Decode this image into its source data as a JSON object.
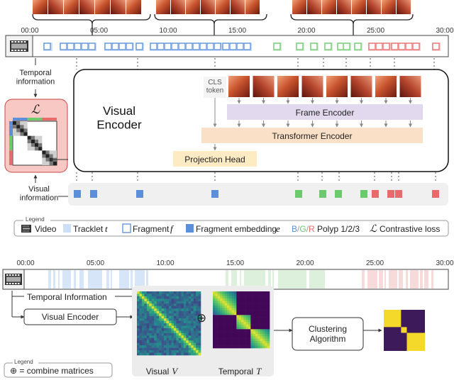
{
  "colors": {
    "blue": "#5b8fd9",
    "blue_light": "#cddff7",
    "green": "#6cc96c",
    "green_light": "#d3ecd3",
    "red": "#e86a6a",
    "red_light": "#f5d2d2",
    "frame_encoder": "#e3d9ef",
    "transformer_encoder": "#fbe0c8",
    "projection_head": "#fdebc4",
    "loss_box": "#f8c8c4",
    "yellow": "#f4d92a",
    "purple": "#3d1a5a"
  },
  "timeline_top": {
    "ticks": [
      "00:00",
      "05:00",
      "10:00",
      "15:00",
      "20:00",
      "25:00",
      "30:00"
    ]
  },
  "timeline_bottom": {
    "ticks": [
      "00:00",
      "05:00",
      "10:00",
      "15:00",
      "20:00",
      "25:00",
      "30:00"
    ]
  },
  "left": {
    "temporal_information": "Temporal\ninformation",
    "visual_information": "Visual\ninformation",
    "loss_symbol": "ℒ"
  },
  "encoder": {
    "title": "Visual\nEncoder",
    "cls_token": "CLS\ntoken",
    "frame_encoder": "Frame Encoder",
    "transformer_encoder": "Transformer Encoder",
    "projection_head": "Projection Head"
  },
  "legend_top": {
    "title": "Legend",
    "video": "Video",
    "tracklet": "Tracklet",
    "tracklet_symbol": "t",
    "fragment": "Fragment",
    "fragment_symbol": "f",
    "fragment_embedding": "Fragment embedding",
    "fragment_embedding_symbol": "e",
    "polyp_b": "B",
    "polyp_g": "G",
    "polyp_r": "R",
    "polyp_sep": "/",
    "polyp_label": "Polyp 1/2/3",
    "loss_symbol": "ℒ",
    "loss_label": "Contrastive loss"
  },
  "bottom": {
    "temporal_information": "Temporal Information",
    "visual_encoder": "Visual Encoder",
    "combine_symbol": "⊕",
    "visual_label": "Visual",
    "visual_symbol": "V",
    "temporal_label": "Temporal",
    "temporal_symbol": "T",
    "clustering": "Clustering\nAlgorithm"
  },
  "legend_bottom": {
    "title": "Legend",
    "text": "⊕ = combine matrices"
  }
}
